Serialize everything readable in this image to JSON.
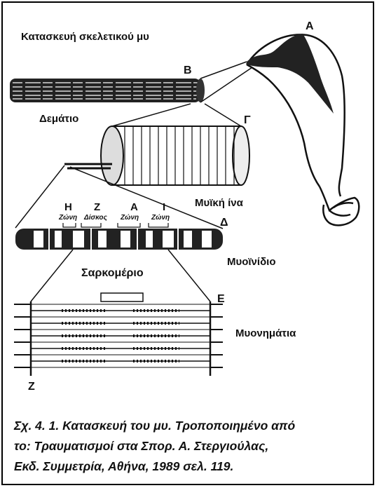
{
  "figure": {
    "title": "Κατασκευή σκελετικού μυ",
    "labels": {
      "A": "Α",
      "B": "Β",
      "G": "Γ",
      "D": "Δ",
      "E": "Ε",
      "Z": "Ζ"
    },
    "parts": {
      "fascicle": "Δεμάτιο",
      "muscle_fiber": "Μυϊκή ίνα",
      "myofibril": "Μυοϊνίδιο",
      "sarcomere": "Σαρκομέριο",
      "myofilaments": "Μυονημάτια"
    },
    "bands": [
      {
        "letter": "Η",
        "sub": "Ζώνη"
      },
      {
        "letter": "Ζ",
        "sub": "Δίσκος"
      },
      {
        "letter": "Α",
        "sub": "Ζώνη"
      },
      {
        "letter": "Ι",
        "sub": "Ζώνη"
      }
    ],
    "colors": {
      "ink": "#111111",
      "background": "#ffffff"
    }
  },
  "caption": {
    "line1": "Σχ. 4. 1. Κατασκευή του μυ. Τροποποιημένο από",
    "line2": "το: Τραυματισμοί στα Σπορ. Α. Στεργιούλας,",
    "line3": "Εκδ. Συμμετρία, Αθήνα, 1989 σελ. 119."
  }
}
